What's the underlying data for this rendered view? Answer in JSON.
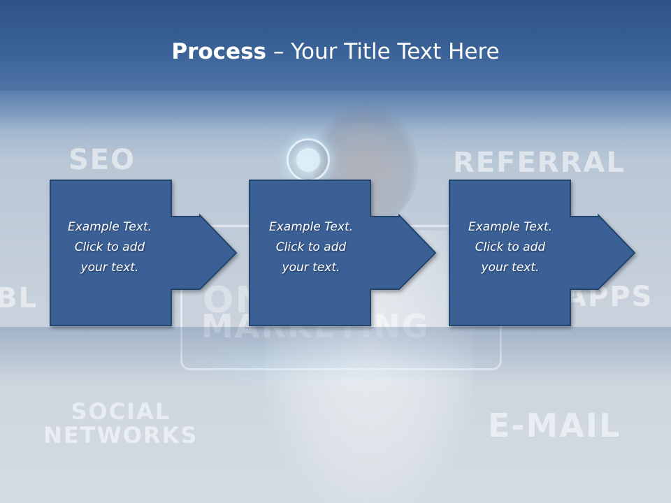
{
  "slide": {
    "title_bold": "Process",
    "title_rest": " – Your Title Text Here"
  },
  "background_words": {
    "seo": "SEO",
    "referral": "REFERRAL",
    "bl": "BL",
    "apps": "APPS",
    "social": "SOCIAL",
    "networks": "NETWORKS",
    "email": "E-MAIL",
    "online": "ONLINE",
    "marketing": "MARKETING"
  },
  "steps": [
    {
      "line1": "Example Text.",
      "line2": "Click  to add",
      "line3": "your text."
    },
    {
      "line1": "Example Text.",
      "line2": "Click  to add",
      "line3": "your text."
    },
    {
      "line1": "Example Text.",
      "line2": "Click  to add",
      "line3": "your text."
    }
  ],
  "colors": {
    "box_fill": "#3b6196",
    "box_border": "#22446f",
    "header": "#2e5386",
    "text": "#ffffff"
  }
}
